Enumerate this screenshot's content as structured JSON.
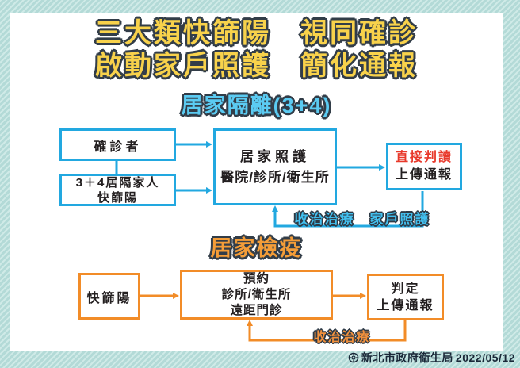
{
  "title": {
    "line1": "三大類快篩陽　視同確診",
    "line2": "啟動家戶照護　簡化通報"
  },
  "sections": [
    {
      "heading": "居家隔離(3+4)",
      "boxes": {
        "confirmed": "確診者",
        "family1": "3＋4居隔家人",
        "family2": "快篩陽",
        "care1": "居家照護",
        "care2": "醫院/診所/衛生所",
        "result1": "直接判讀",
        "result2": "上傳通報"
      },
      "feedback": "收治治療　家戶照護"
    },
    {
      "heading": "居家檢疫",
      "boxes": {
        "rapid": "快篩陽",
        "appt1": "預約",
        "appt2": "診所/衛生所",
        "appt3": "遠距門診",
        "result1": "判定",
        "result2": "上傳通報"
      },
      "feedback": "收治治療"
    }
  ],
  "footer": {
    "org": "新北市政府衛生局",
    "date": "2022/05/12"
  },
  "colors": {
    "isolation_blue": "#22a8e0",
    "quarantine_orange": "#f28c28",
    "alert_red": "#e8392b",
    "title_yellow": "#f8d24b",
    "heading_blue": "#5bcbf2",
    "heading_orange": "#f49d38",
    "background_teal": "#b3dad7"
  }
}
